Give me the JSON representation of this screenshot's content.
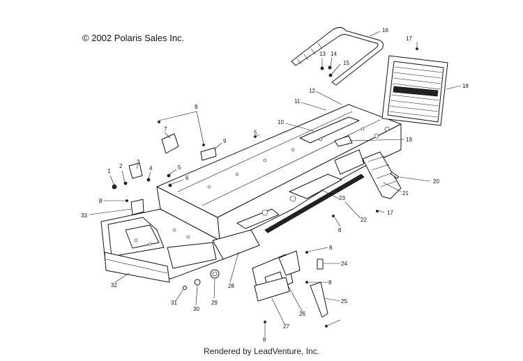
{
  "diagram": {
    "copyright": "© 2002 Polaris Sales Inc.",
    "footer": "Rendered by LeadVenture, Inc.",
    "callouts": [
      "1",
      "2",
      "3",
      "4",
      "5",
      "5",
      "6",
      "7",
      "8",
      "8",
      "8",
      "8",
      "8",
      "8",
      "9",
      "10",
      "11",
      "12",
      "13",
      "14",
      "15",
      "16",
      "17",
      "17",
      "18",
      "19",
      "20",
      "21",
      "22",
      "23",
      "24",
      "25",
      "26",
      "27",
      "28",
      "29",
      "30",
      "31",
      "32",
      "33"
    ]
  }
}
